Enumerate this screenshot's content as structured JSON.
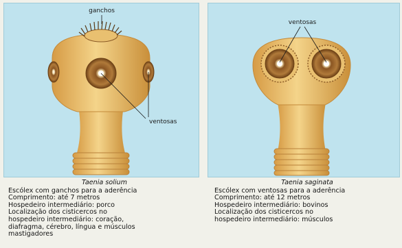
{
  "left": {
    "label_hooks": "ganchos",
    "label_suckers": "ventosas",
    "species": "Taenia solium",
    "lines": [
      "Escólex com ganchos para a aderência",
      "Comprimento: até 7 metros",
      "Hospedeiro intermediário: porco",
      "Localização dos cisticercos no",
      "hospedeiro intermediário: coração,",
      "diafragma, cérebro, língua e músculos",
      "mastigadores"
    ]
  },
  "right": {
    "label_suckers": "ventosas",
    "species": "Taenia saginata",
    "lines": [
      "Escólex com ventosas para a aderência",
      "Comprimento: até 12 metros",
      "Hospedeiro intermediário: bovinos",
      "Localização dos cisticercos no",
      "hospedeiro intermediário: músculos"
    ]
  },
  "colors": {
    "panel_bg": "#bfe3ee",
    "body_fill": "#e9c070",
    "body_shadow": "#c98f3a",
    "sucker_dark": "#7a4a1c"
  }
}
